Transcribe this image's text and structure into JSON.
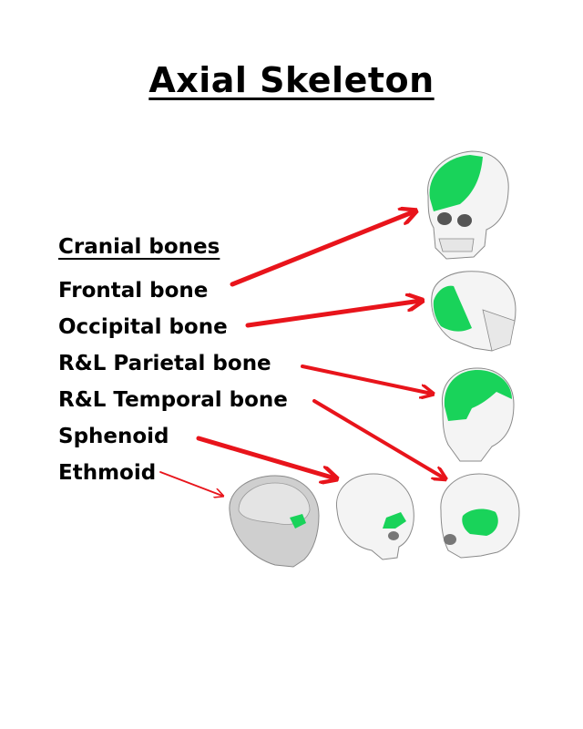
{
  "title": "Axial Skeleton",
  "section_heading": "Cranial bones",
  "bones": [
    {
      "label": "Frontal bone",
      "icon": "skull-frontal-highlight-icon"
    },
    {
      "label": "Occipital bone",
      "icon": "skull-occipital-highlight-icon"
    },
    {
      "label": "R&L Parietal bone",
      "icon": "skull-parietal-highlight-icon"
    },
    {
      "label": "R&L Temporal bone",
      "icon": "skull-temporal-highlight-icon"
    },
    {
      "label": "Sphenoid",
      "icon": "skull-sphenoid-highlight-icon"
    },
    {
      "label": "Ethmoid",
      "icon": "skull-ethmoid-section-icon"
    }
  ],
  "colors": {
    "arrow": "#e8141b",
    "highlight": "#19d35a",
    "bone": "#f4f4f4",
    "bone_outline": "#8a8a8a",
    "section_bone": "#cfcfcf"
  }
}
